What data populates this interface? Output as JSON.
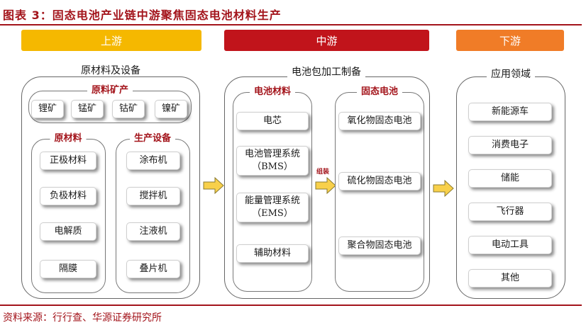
{
  "header": {
    "title": "图表 3：固态电池产业链中游聚焦固态电池材料生产",
    "source": "资料来源：行行查、华源证券研究所"
  },
  "banners": {
    "upstream": "上游",
    "midstream": "中游",
    "downstream": "下游"
  },
  "colors": {
    "upstream": "#f5b800",
    "midstream": "#c1141b",
    "downstream": "#f07c27",
    "accent": "#a3141b",
    "arrow": "#f8d04a"
  },
  "upstream": {
    "title": "原材料及设备",
    "minerals": {
      "title": "原料矿产",
      "items": [
        "锂矿",
        "锰矿",
        "钴矿",
        "镍矿"
      ]
    },
    "raw_materials": {
      "title": "原材料",
      "items": [
        "正极材料",
        "负极材料",
        "电解质",
        "隔膜"
      ]
    },
    "equipment": {
      "title": "生产设备",
      "items": [
        "涂布机",
        "搅拌机",
        "注液机",
        "叠片机"
      ]
    }
  },
  "midstream": {
    "title": "电池包加工制备",
    "battery_materials": {
      "title": "电池材料",
      "items": [
        "电芯",
        "电池管理系统\n（BMS）",
        "能量管理系统\n（EMS）",
        "辅助材料"
      ]
    },
    "assembly_label": "组装",
    "solid_state": {
      "title": "固态电池",
      "items": [
        "氧化物固态电池",
        "硫化物固态电池",
        "聚合物固态电池"
      ]
    }
  },
  "downstream": {
    "title": "应用领域",
    "items": [
      "新能源车",
      "消费电子",
      "储能",
      "飞行器",
      "电动工具",
      "其他"
    ]
  }
}
